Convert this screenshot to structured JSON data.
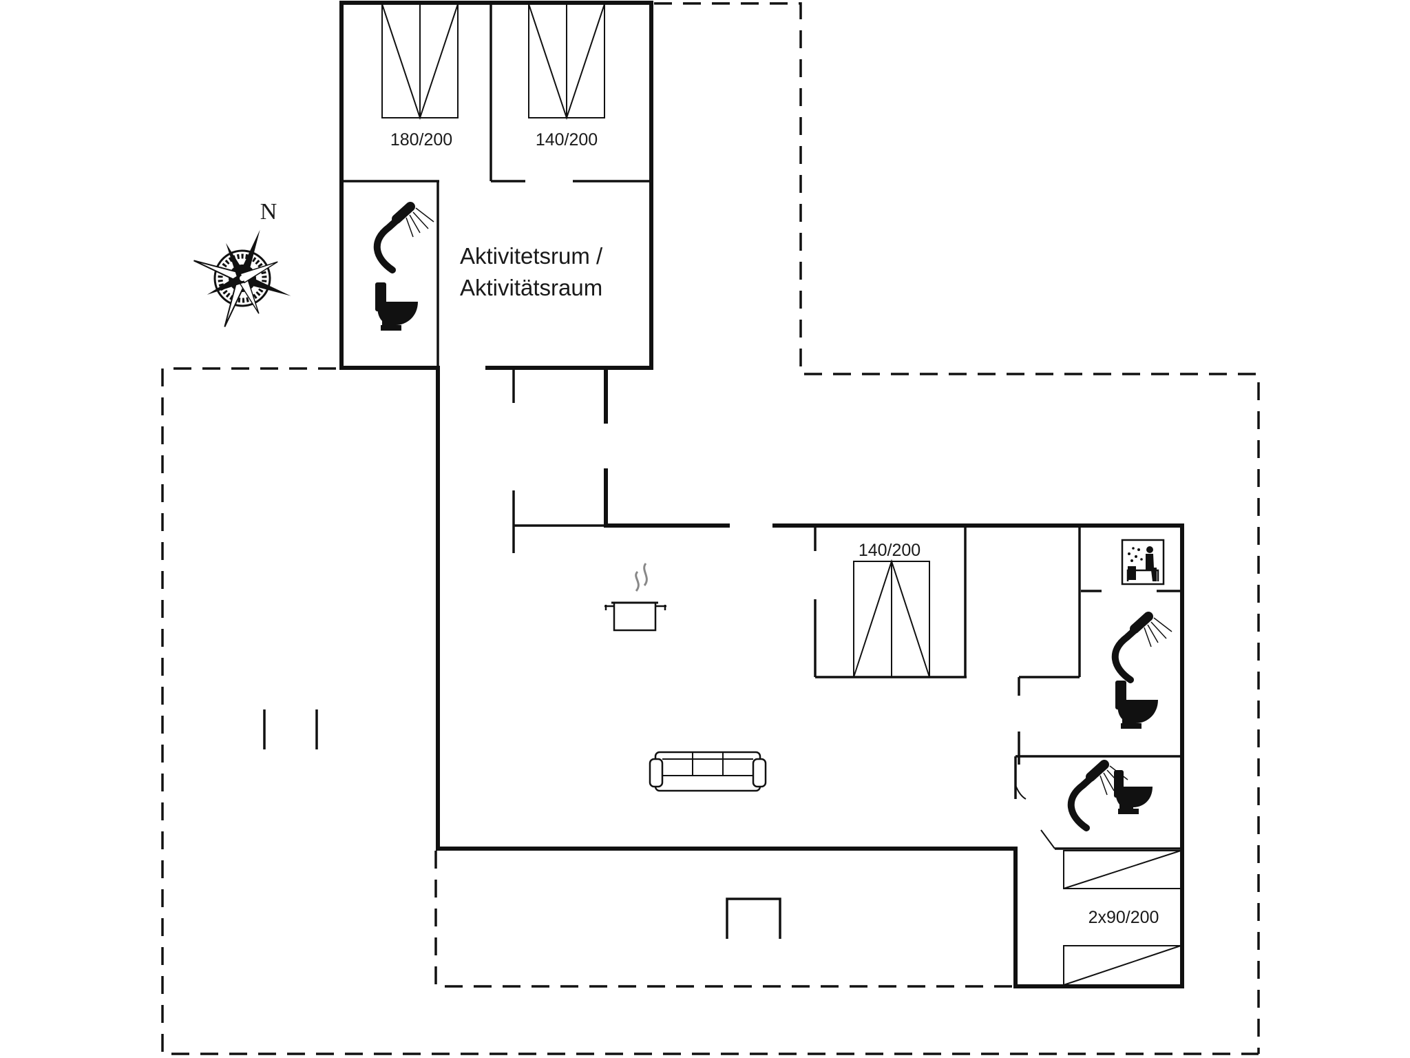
{
  "compass": {
    "north_label": "N"
  },
  "rooms": {
    "activity_room_line1": "Aktivitetsrum /",
    "activity_room_line2": "Aktivitätsraum"
  },
  "beds": {
    "bed_top_left": "180/200",
    "bed_top_right": "140/200",
    "bed_middle": "140/200",
    "bed_bottom_right": "2x90/200"
  },
  "icons": [
    "compass-rose-icon",
    "shower-icon",
    "toilet-icon",
    "sauna-icon",
    "kitchen-pot-icon",
    "sofa-icon",
    "bed-icon"
  ]
}
